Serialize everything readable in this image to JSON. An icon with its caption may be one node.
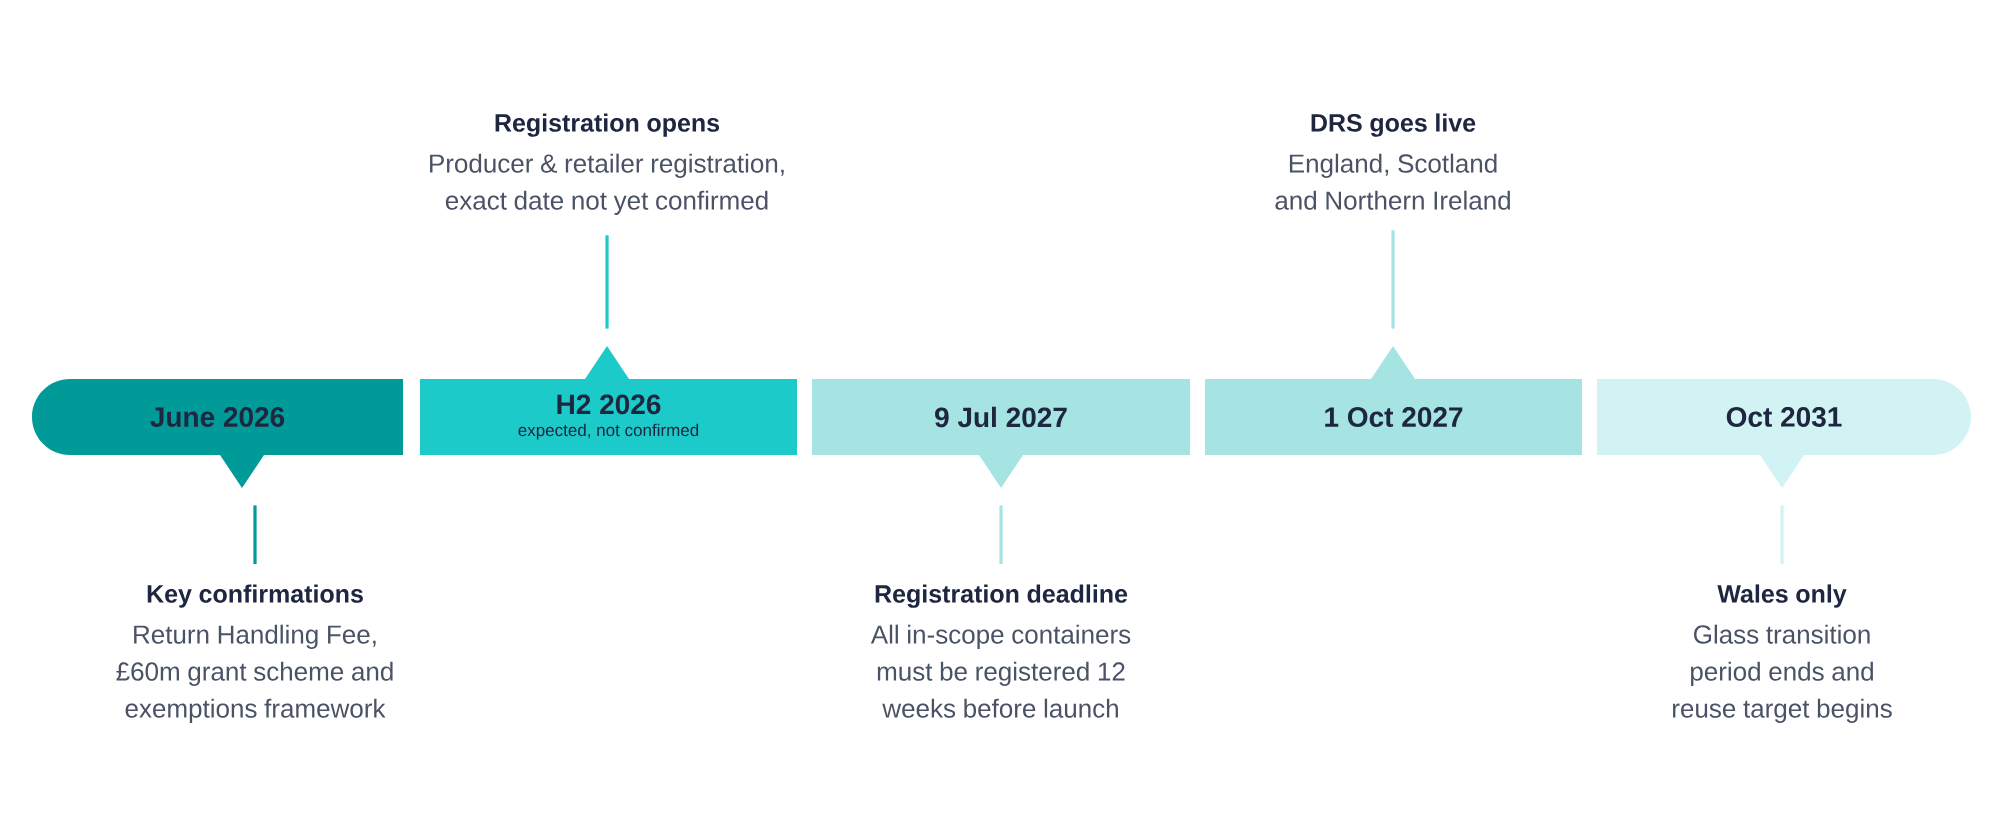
{
  "diagram": {
    "nodes": [
      {
        "text": [
          "June 2026"
        ]
      },
      {
        "text": [
          "H2 2026",
          "expected, not confirmed"
        ]
      },
      {
        "text": [
          "9 Jul 2027"
        ]
      },
      {
        "text": [
          "1 Oct 2027"
        ]
      },
      {
        "text": [
          "Oct 2031"
        ]
      },
      {
        "text": [
          "Key confirmations",
          "Return Handling Fee, £60m grant scheme and exemptions framework"
        ]
      },
      {
        "text": [
          "Registration opens",
          "Producer & retailer registration, exact date not yet confirmed"
        ]
      },
      {
        "text": [
          "Registration deadline",
          "All in-scope containers must be registered 12 weeks before launch"
        ]
      },
      {
        "text": [
          "DRS goes live",
          "England, Scotland and Northern Ireland"
        ]
      },
      {
        "text": [
          "Wales only",
          "Glass transition period ends and reuse target begins"
        ]
      }
    ],
    "edges": [
      {
        "from": 5,
        "to": 0,
        "arrow": "none",
        "color": "#009b98"
      },
      {
        "from": 6,
        "to": 1,
        "arrow": "none",
        "color": "#1ccac9"
      },
      {
        "from": 7,
        "to": 2,
        "arrow": "none",
        "color": "#a6e4e4"
      },
      {
        "from": 8,
        "to": 3,
        "arrow": "none",
        "color": "#a6e4e4"
      },
      {
        "from": 9,
        "to": 4,
        "arrow": "none",
        "color": "#d2f3f3"
      }
    ]
  }
}
